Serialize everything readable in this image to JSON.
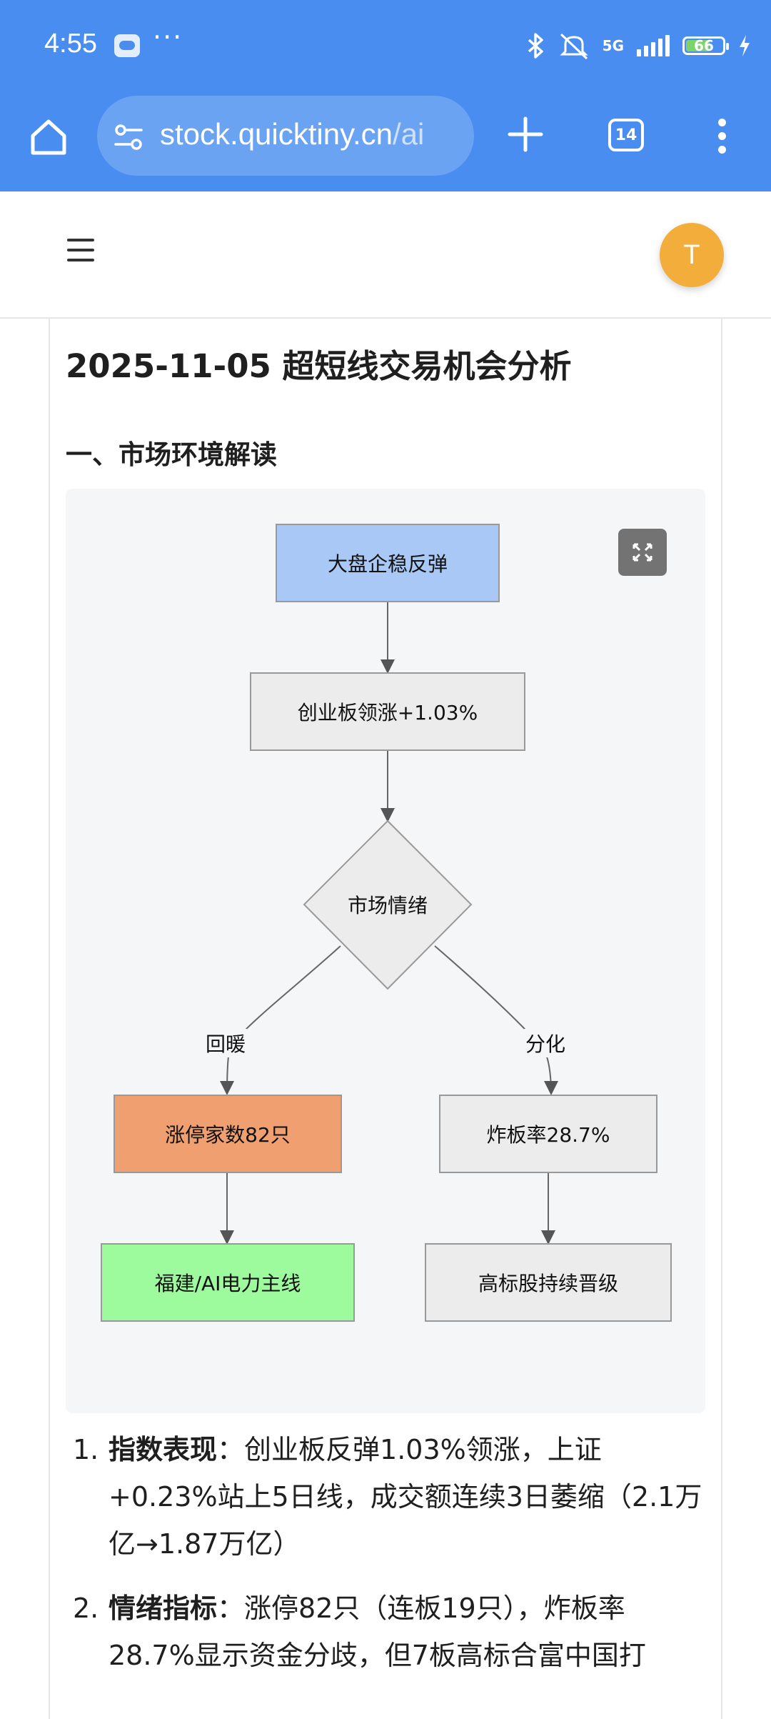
{
  "status_bar": {
    "time": "4:55",
    "more": "···",
    "network": "5G",
    "battery": "66",
    "icons": [
      "weather-icon",
      "bluetooth-icon",
      "mute-icon",
      "signal-icon",
      "battery-icon",
      "charging-icon"
    ]
  },
  "browser": {
    "url_main": "stock.quicktiny.cn",
    "url_tail": "/ai",
    "tab_count": "14",
    "accent_color": "#4a8df0"
  },
  "site_header": {
    "avatar_letter": "T",
    "avatar_color": "#f2ad3b"
  },
  "article": {
    "title": "2025-11-05 超短线交易机会分析",
    "section_heading": "一、市场环境解读",
    "diagram": {
      "nodes": {
        "start": "大盘企稳反弹",
        "gem": "创业板领涨+1.03%",
        "sentiment": "市场情绪",
        "limit_up": "涨停家数82只",
        "break_rate": "炸板率28.7%",
        "mainline": "福建/AI电力主线",
        "promotion": "高标股持续晋级"
      },
      "edge_labels": {
        "warm": "回暖",
        "split": "分化"
      },
      "colors": {
        "start": "#a9c8f5",
        "limit_up": "#f0a070",
        "mainline": "#9dfb9d",
        "neutral": "#ececec"
      }
    },
    "list": [
      {
        "number": "1.",
        "label": "指数表现",
        "text": "：创业板反弹1.03%领涨，上证+0.23%站上5日线，成交额连续3日萎缩（2.1万亿→1.87万亿）"
      },
      {
        "number": "2.",
        "label": "情绪指标",
        "text": "：涨停82只（连板19只），炸板率28.7%显示资金分歧，但7板高标合富中国打"
      }
    ]
  }
}
